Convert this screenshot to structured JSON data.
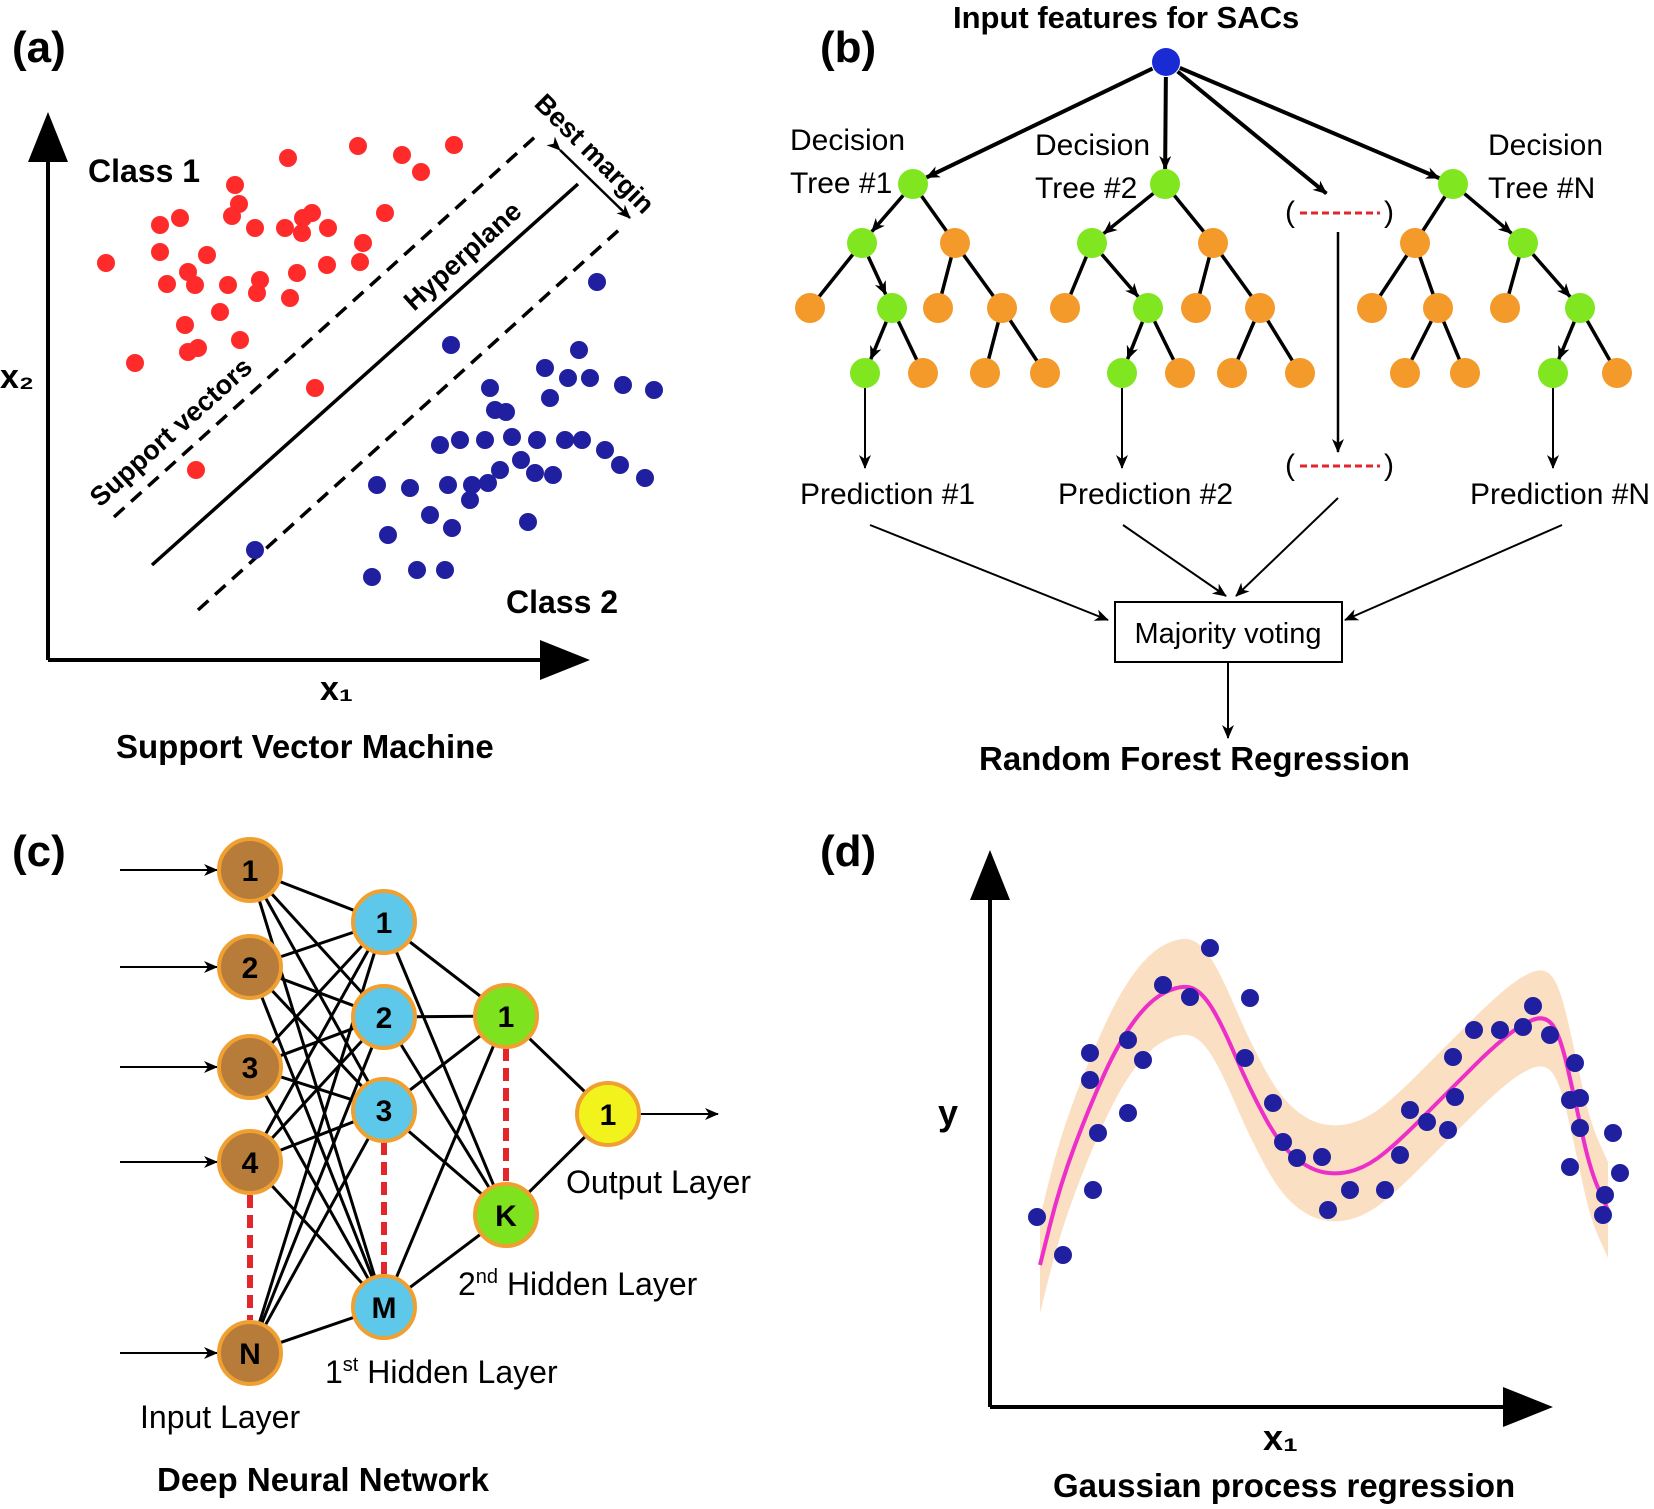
{
  "colors": {
    "class1": "#ff2a2a",
    "class2": "#1f1fa0",
    "tree_green": "#80e620",
    "tree_orange": "#f39a2a",
    "tree_root": "#1a2bd6",
    "red_dash": "#e2262b",
    "node_brown": "#b87c3a",
    "node_blue": "#5ec8ea",
    "node_green": "#7fe21e",
    "node_yellow": "#f2f21c",
    "node_border": "#f0a030",
    "gp_curve": "#ec2fc8",
    "gp_band": "#fbdfc3",
    "gp_points": "#1f1fa0"
  },
  "panel_a": {
    "label": "(a)",
    "class1": "Class 1",
    "class2": "Class 2",
    "x_axis": "x₁",
    "y_axis": "x₂",
    "support_vectors": "Support vectors",
    "hyperplane": "Hyperplane",
    "best_margin": "Best margin",
    "title": "Support Vector Machine"
  },
  "panel_b": {
    "label": "(b)",
    "input": "Input features for SACs",
    "tree1_line1": "Decision",
    "tree1_line2": "Tree #1",
    "tree2_line1": "Decision",
    "tree2_line2": "Tree #2",
    "treeN_line1": "Decision",
    "treeN_line2": "Tree #N",
    "pred1": "Prediction #1",
    "pred2": "Prediction #2",
    "predN": "Prediction #N",
    "majority": "Majority voting",
    "title": "Random Forest Regression"
  },
  "panel_c": {
    "label": "(c)",
    "input_nodes": [
      "1",
      "2",
      "3",
      "4",
      "N"
    ],
    "hidden1_nodes": [
      "1",
      "2",
      "3",
      "M"
    ],
    "hidden2_nodes": [
      "1",
      "K"
    ],
    "output_nodes": [
      "1"
    ],
    "input_layer": "Input Layer",
    "hidden1_num": "1",
    "hidden1_sup": "st",
    "hidden1_rest": " Hidden Layer",
    "hidden2_num": "2",
    "hidden2_sup": "nd",
    "hidden2_rest": " Hidden Layer",
    "output_layer": "Output Layer",
    "title": "Deep Neural Network"
  },
  "panel_d": {
    "label": "(d)",
    "y_axis": "y",
    "x_axis": "x₁",
    "title": "Gaussian process regression"
  }
}
